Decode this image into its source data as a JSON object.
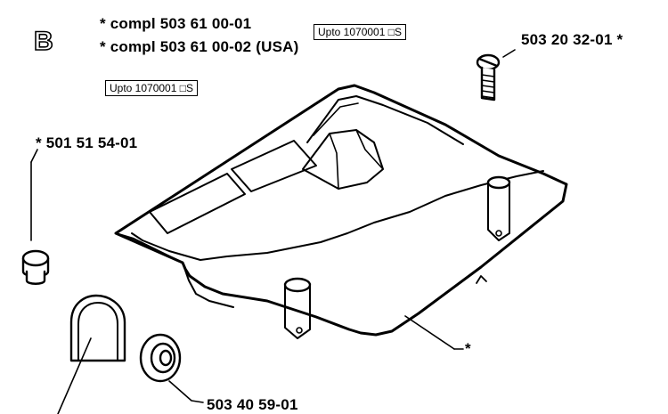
{
  "section_letter": "B",
  "header_lines": [
    "* compl 503 61 00-01",
    "* compl 503 61 00-02 (USA)"
  ],
  "serial_note_1": "Upto 1070001 □S",
  "serial_note_2": "Upto 1070001 □S",
  "callouts": {
    "screw": "503 20 32-01  *",
    "plug": "* 501 51 54-01",
    "grommet": "503 40 59-01",
    "cover": "*"
  }
}
